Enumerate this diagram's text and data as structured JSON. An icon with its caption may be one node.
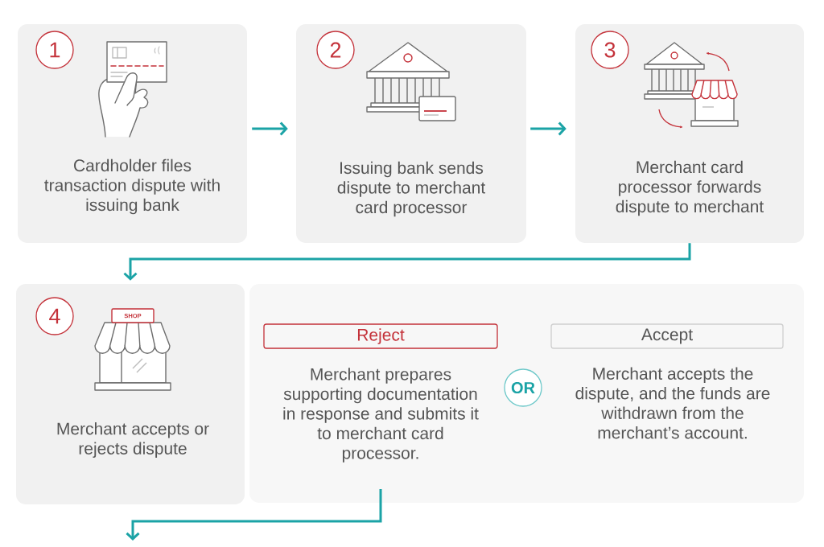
{
  "diagram": {
    "nodes": [
      {
        "text": [
          "Cardholder files transaction dispute with issuing bank"
        ]
      },
      {
        "text": [
          "1"
        ],
        "in": 0
      },
      {
        "text": [
          "Issuing bank sends dispute to merchant card processor"
        ]
      },
      {
        "text": [
          "2"
        ],
        "in": 2
      },
      {
        "text": [
          "Merchant card processor forwards dispute to merchant"
        ]
      },
      {
        "text": [
          "3"
        ],
        "in": 4
      },
      {
        "text": [
          "Merchant accepts or rejects dispute"
        ]
      },
      {
        "text": [
          "4"
        ],
        "in": 6
      },
      {
        "text": [],
        "shape": "box"
      },
      {
        "text": [
          "Reject"
        ],
        "in": 8
      },
      {
        "text": [
          "Merchant prepares supporting documentation in response and submits it to merchant card processor."
        ],
        "in": 8
      },
      {
        "text": [
          "OR"
        ],
        "in": 8
      },
      {
        "text": [
          "Accept"
        ],
        "in": 8
      }
    ],
    "edges": [
      {
        "from": 0,
        "to": 2,
        "arrow": "to"
      },
      {
        "from": 2,
        "to": 4,
        "arrow": "to"
      },
      {
        "from": 4,
        "to": 6,
        "arrow": "to"
      },
      {
        "from": 10,
        "to": null,
        "arrow": "to"
      }
    ],
    "labels": [
      "SHOP",
      "Merchant accepts the dispute, and the funds are withdrawn from the merchant’s account."
    ]
  }
}
